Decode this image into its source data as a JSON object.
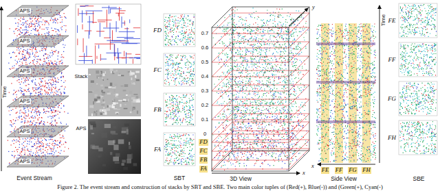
{
  "diagram": {
    "caption": "Figure 2. The event stream and construction of stacks by SBT and SBE. Two main color tuples of (Red(+), Blue(-)) and (Green(+), Cyan(-)",
    "labels": [
      "Time",
      "APS",
      "APS",
      "APS",
      "APS",
      "APS",
      "APS",
      "Event Stream",
      "Stack",
      "APS",
      "FD",
      "FC",
      "FB",
      "FA",
      "SBT",
      "0.7",
      "0.6",
      "0.5",
      "0.4",
      "0.3",
      "0.2",
      "0.1",
      "0",
      "FD",
      "FC",
      "FB",
      "FA",
      "y",
      "x",
      "3D View",
      "x",
      "FE",
      "FF",
      "FG",
      "FH",
      "Side View",
      "Time",
      "FE",
      "FF",
      "FG",
      "FH",
      "SBE"
    ]
  }
}
